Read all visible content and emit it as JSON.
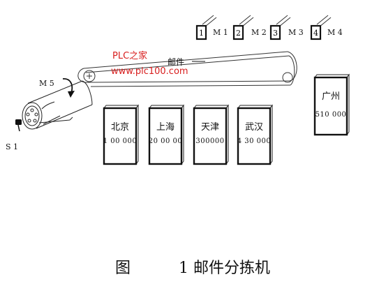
{
  "watermark": {
    "brand": "PLC之家",
    "url": "www.plc100.com",
    "color": "#d81e1e"
  },
  "conveyor": {
    "item_label": "邮件"
  },
  "motor": {
    "label": "M 5"
  },
  "sensor": {
    "label": "S 1"
  },
  "pushers": [
    {
      "number": "1",
      "label": "M 1"
    },
    {
      "number": "2",
      "label": "M 2"
    },
    {
      "number": "3",
      "label": "M 3"
    },
    {
      "number": "4",
      "label": "M 4"
    }
  ],
  "bins": [
    {
      "city": "北京",
      "code": "1 00 000"
    },
    {
      "city": "上海",
      "code": "20 00 00"
    },
    {
      "city": "天津",
      "code": "300000"
    },
    {
      "city": "武汉",
      "code": "4 30 000"
    },
    {
      "city": "广州",
      "code": "510 000"
    }
  ],
  "caption": {
    "prefix": "图",
    "text": "1 邮件分拣机"
  }
}
